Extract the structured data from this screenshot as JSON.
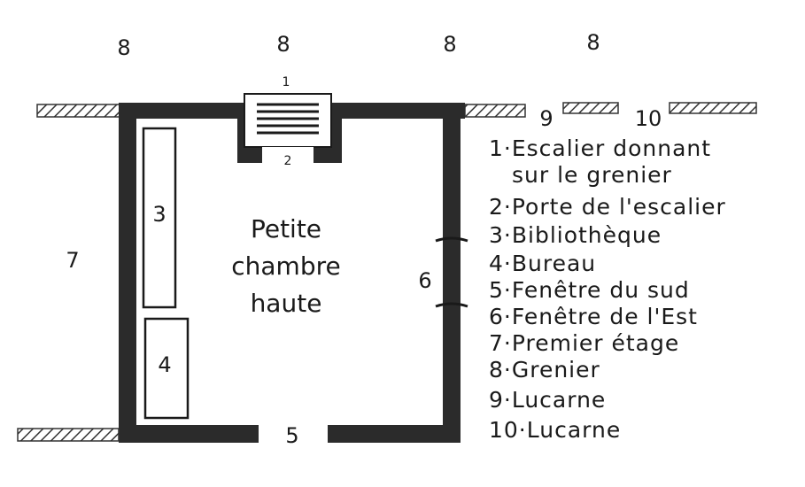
{
  "plan": {
    "top_markers": [
      "8",
      "8",
      "8",
      "8"
    ],
    "room_label_lines": [
      "Petite",
      "chambre",
      "haute"
    ],
    "left_marker": "7",
    "right_wall_marker": "6",
    "bottom_gap_marker": "5",
    "stair_top_marker": "1",
    "stair_bottom_marker": "2",
    "bookcase_marker": "3",
    "desk_marker": "4",
    "dormer_markers": [
      "9",
      "10"
    ]
  },
  "legend": {
    "items": [
      "1·Escalier donnant",
      "sur le grenier",
      "2·Porte de l'escalier",
      "3·Bibliothèque",
      "4·Bureau",
      "5·Fenêtre du sud",
      "6·Fenêtre de l'Est",
      "7·Premier étage",
      "8·Grenier",
      "9·Lucarne",
      "10·Lucarne"
    ]
  }
}
